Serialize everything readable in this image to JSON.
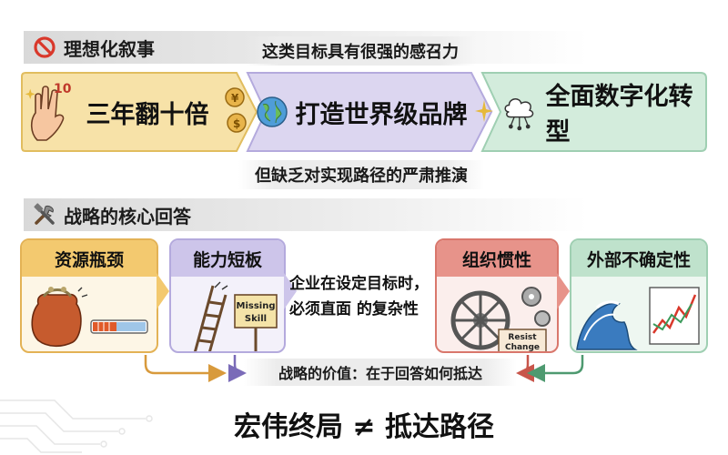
{
  "top_section": {
    "title": "理想化叙事",
    "icon": "prohibited-icon",
    "caption_top": "这类目标具有很强的感召力",
    "caption_bottom": "但缺乏对实现路径的严肃推演",
    "steps": [
      {
        "label": "三年翻十倍",
        "icon": "hand-ten-coins-icon",
        "badge": "10",
        "color": "#f7e2a8"
      },
      {
        "label": "打造世界级品牌",
        "icon": "globe-icon",
        "color": "#dcd6f0"
      },
      {
        "label": "全面数字化转型",
        "icon": "cloud-network-icon",
        "color": "#d3ecdc"
      }
    ]
  },
  "bottom_section": {
    "title": "战略的核心回答",
    "icon": "tools-icon",
    "center_text": [
      "企业在设定目标时，",
      "必须直面 的复杂性"
    ],
    "cards": [
      {
        "title": "资源瓶颈",
        "icon": "empty-purse-battery-icon",
        "color": "#f3c96f",
        "border": "#e3b255"
      },
      {
        "title": "能力短板",
        "icon": "broken-ladder-icon",
        "sign_line1": "Missing",
        "sign_line2": "Skill",
        "color": "#cdc5ea",
        "border": "#b4aadd"
      },
      {
        "title": "组织惯性",
        "icon": "gear-wheel-icon",
        "sign_line1": "Resist",
        "sign_line2": "Change",
        "color": "#e7938a",
        "border": "#d9776c"
      },
      {
        "title": "外部不确定性",
        "icon": "wave-chart-icon",
        "color": "#bfe2cc",
        "border": "#9fcfb2"
      }
    ],
    "value_line": "战略的价值：在于回答如何抵达",
    "final": "宏伟终局 ≠ 抵达路径"
  }
}
